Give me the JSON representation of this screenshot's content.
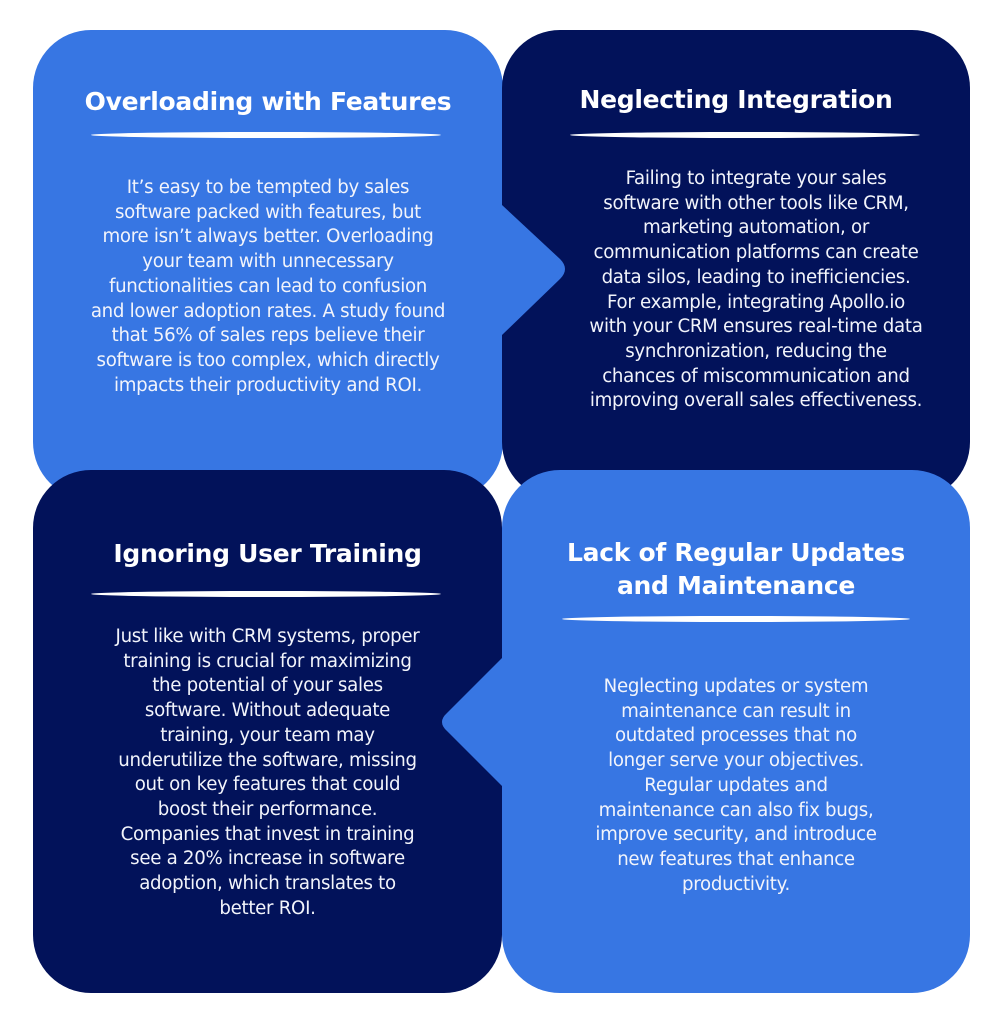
{
  "colors": {
    "light_blue": "#3776e3",
    "dark_navy": "#02125a",
    "text": "#ffffff",
    "background": "#ffffff"
  },
  "cards": [
    {
      "title": "Overloading with Features",
      "lines": [
        "It’s easy to be tempted by sales",
        "software packed with features, but",
        "more isn’t always better. Overloading",
        "your team with unnecessary",
        "functionalities can lead to confusion",
        "and lower adoption rates. A study found",
        "that 56% of sales reps believe their",
        "software is too complex, which directly",
        "impacts their productivity and ROI."
      ]
    },
    {
      "title": "Neglecting Integration",
      "lines": [
        "Failing to integrate your sales",
        "software with other tools like CRM,",
        "marketing automation, or",
        "communication platforms can create",
        "data silos, leading to inefficiencies.",
        "For example, integrating Apollo.io",
        "with your CRM ensures real-time data",
        "synchronization, reducing the",
        "chances of miscommunication and",
        "improving overall sales effectiveness."
      ]
    },
    {
      "title": "Ignoring User Training",
      "lines": [
        "Just like with CRM systems, proper",
        "training is crucial for maximizing",
        "the potential of your sales",
        "software. Without adequate",
        "training, your team may",
        "underutilize the software, missing",
        "out on key features that could",
        "boost their performance.",
        "Companies that invest in training",
        "see a 20% increase in software",
        "adoption, which translates to",
        "better ROI."
      ]
    },
    {
      "title_lines": [
        "Lack of Regular Updates",
        "and Maintenance"
      ],
      "lines": [
        "Neglecting updates or system",
        "maintenance can result in",
        "outdated processes that no",
        "longer serve your objectives.",
        "Regular updates and",
        "maintenance can also fix bugs,",
        "improve security, and introduce",
        "new features that enhance",
        "productivity."
      ]
    }
  ]
}
